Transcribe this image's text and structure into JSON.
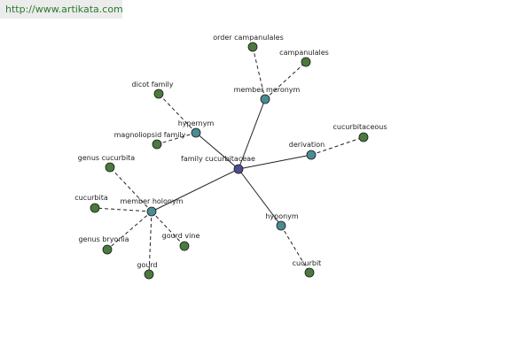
{
  "watermark": "http://www.artikata.com",
  "colors": {
    "center": "#4a4e8e",
    "relation": "#4a8c92",
    "leaf": "#4a7a3e",
    "edge": "#222222"
  },
  "graph": {
    "nodes": [
      {
        "id": "center",
        "label": "family cucurbitaceae",
        "kind": "center"
      },
      {
        "id": "hypernym",
        "label": "hypernym",
        "kind": "relation"
      },
      {
        "id": "member_meronym",
        "label": "member meronym",
        "kind": "relation"
      },
      {
        "id": "derivation",
        "label": "derivation",
        "kind": "relation"
      },
      {
        "id": "member_holonym",
        "label": "member holonym",
        "kind": "relation"
      },
      {
        "id": "hyponym",
        "label": "hyponym",
        "kind": "relation"
      },
      {
        "id": "order_campanulales",
        "label": "order campanulales",
        "kind": "leaf"
      },
      {
        "id": "campanulales",
        "label": "campanulales",
        "kind": "leaf"
      },
      {
        "id": "dicot_family",
        "label": "dicot family",
        "kind": "leaf"
      },
      {
        "id": "magnoliopsid_family",
        "label": "magnoliopsid family",
        "kind": "leaf"
      },
      {
        "id": "cucurbitaceous",
        "label": "cucurbitaceous",
        "kind": "leaf"
      },
      {
        "id": "genus_cucurbita",
        "label": "genus cucurbita",
        "kind": "leaf"
      },
      {
        "id": "cucurbita",
        "label": "cucurbita",
        "kind": "leaf"
      },
      {
        "id": "genus_bryonia",
        "label": "genus bryonia",
        "kind": "leaf"
      },
      {
        "id": "gourd_vine",
        "label": "gourd vine",
        "kind": "leaf"
      },
      {
        "id": "gourd",
        "label": "gourd",
        "kind": "leaf"
      },
      {
        "id": "cucurbit",
        "label": "cucurbit",
        "kind": "leaf"
      }
    ],
    "edges": [
      {
        "from": "center",
        "to": "hypernym",
        "style": "solid"
      },
      {
        "from": "center",
        "to": "member_meronym",
        "style": "solid"
      },
      {
        "from": "center",
        "to": "derivation",
        "style": "solid"
      },
      {
        "from": "center",
        "to": "member_holonym",
        "style": "solid"
      },
      {
        "from": "center",
        "to": "hyponym",
        "style": "solid"
      },
      {
        "from": "member_meronym",
        "to": "order_campanulales",
        "style": "dashed"
      },
      {
        "from": "member_meronym",
        "to": "campanulales",
        "style": "dashed"
      },
      {
        "from": "hypernym",
        "to": "dicot_family",
        "style": "dashed"
      },
      {
        "from": "hypernym",
        "to": "magnoliopsid_family",
        "style": "dashed"
      },
      {
        "from": "derivation",
        "to": "cucurbitaceous",
        "style": "dashed"
      },
      {
        "from": "member_holonym",
        "to": "genus_cucurbita",
        "style": "dashed"
      },
      {
        "from": "member_holonym",
        "to": "cucurbita",
        "style": "dashed"
      },
      {
        "from": "member_holonym",
        "to": "genus_bryonia",
        "style": "dashed"
      },
      {
        "from": "member_holonym",
        "to": "gourd_vine",
        "style": "dashed"
      },
      {
        "from": "member_holonym",
        "to": "gourd",
        "style": "dashed"
      },
      {
        "from": "hyponym",
        "to": "cucurbit",
        "style": "dashed"
      }
    ]
  }
}
